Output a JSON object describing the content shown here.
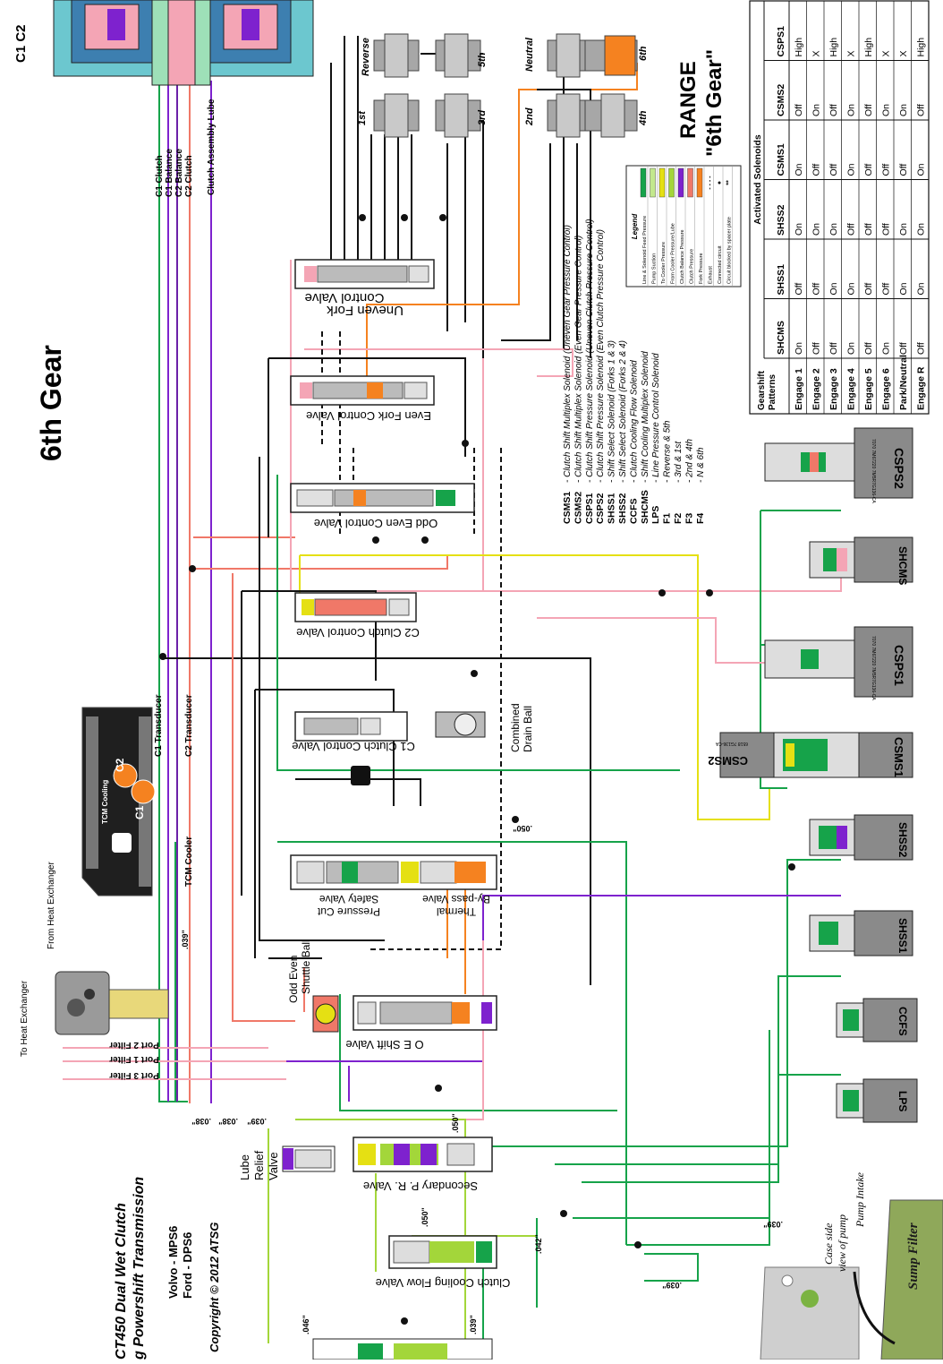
{
  "title": "6th Gear",
  "range_title": "RANGE",
  "range_subtitle": "\"6th Gear\"",
  "clutch_labels": {
    "c1": "C1",
    "c2": "C2",
    "c1c2": "C1  C2"
  },
  "line_labels": {
    "c1_clutch": "C1 Clutch",
    "c1_balance": "C1 Balance",
    "c2_balance": "C2 Balance",
    "c2_clutch": "C2 Clutch",
    "clutch_lube": "Clutch Assembly Lube",
    "c1_transducer": "C1 Transducer",
    "c2_transducer": "C2 Transducer",
    "tcm_cooler": "TCM Cooler",
    "tcm_cooling": "TCM Cooling",
    "to_heat_exchanger": "To Heat Exchanger",
    "from_heat_exchanger": "From Heat Exchanger",
    "port2": "Port 2 Filter",
    "port1": "Port 1 Filter",
    "port3": "Port 3 Filter"
  },
  "gears": [
    "Reverse",
    "5th",
    "1st",
    "3rd",
    "Neutral",
    "6th",
    "2nd",
    "4th"
  ],
  "valves": {
    "uneven_fork": [
      "Uneven Fork",
      "Control Valve"
    ],
    "even_fork": "Even Fork Control Valve",
    "odd_even": "Odd Even Control Valve",
    "c2_clutch": "C2 Clutch Control Valve",
    "c1_clutch": "C1 Clutch Control Valve",
    "drain_ball": [
      "Combined",
      "Drain Ball"
    ],
    "pressure_cut": [
      "Pressure Cut",
      "Safety Valve"
    ],
    "thermal": [
      "Thermal",
      "By-pass Valve"
    ],
    "odd_even_ball": [
      "Odd Even",
      "Shuttle Ball"
    ],
    "oe_shift": "O E Shift Valve",
    "secondary_pr": "Secondary P. R. Valve",
    "lube_relief": [
      "Lube",
      "Relief",
      "Valve"
    ],
    "clutch_cooling": "Clutch Cooling Flow Valve"
  },
  "orifices": {
    "o039a": ".039\"",
    "o039b": ".039\"",
    "o038a": ".038\"",
    "o038b": ".038\"",
    "o050a": ".050\"",
    "o050b": ".050\"",
    "o050c": ".050\"",
    "o042": ".042\"",
    "o046": ".046\"",
    "o039c": ".039\"",
    "o039d": ".039\"",
    "o039e": ".039\""
  },
  "solenoid_labels": {
    "csps2": "CSPS2",
    "shcms": "SHCMS",
    "csps1": "CSPS1",
    "csms1": "CSMS1",
    "csms2": "CSMS2",
    "shss2": "SHSS2",
    "shss1": "SHSS1",
    "ccfs": "CCFS",
    "lps": "LPS"
  },
  "solenoid_codes": {
    "csps2": "7070 7M67220 7M5R7G136-CA",
    "csps1": "7070 7M67220 7M5R7G136-CA",
    "csms2": "6518 7G136-CA"
  },
  "legend_list": [
    {
      "code": "CSMS1",
      "desc": "- Clutch Shift Multiplex Solenoid (Uneven Gear Pressure Control)"
    },
    {
      "code": "CSMS2",
      "desc": "- Clutch Shift Multiplex Solenoid (Even Gear Pressure Control)"
    },
    {
      "code": "CSPS1",
      "desc": "- Clutch Shift Pressure Solenoid (Uneven Clutch Pressure Control)"
    },
    {
      "code": "CSPS2",
      "desc": "- Clutch Shift Pressure Solenoid (Even Clutch Pressure Control)"
    },
    {
      "code": "SHSS1",
      "desc": "- Shift Select Solenoid (Forks 1 & 3)"
    },
    {
      "code": "SHSS2",
      "desc": "- Shift Select Solenoid (Forks 2 & 4)"
    },
    {
      "code": "CCFS",
      "desc": "- Clutch Cooling Flow Solenoid"
    },
    {
      "code": "SHCMS",
      "desc": "- Shift Cooling Multiplex Solenoid"
    },
    {
      "code": "LPS",
      "desc": "- Line Pressure Control Solenoid"
    },
    {
      "code": "F1",
      "desc": "- Reverse & 5th"
    },
    {
      "code": "F2",
      "desc": "- 3rd & 1st"
    },
    {
      "code": "F3",
      "desc": "- 2nd & 4th"
    },
    {
      "code": "F4",
      "desc": "- N & 6th"
    }
  ],
  "legend_box": {
    "title": "Legend",
    "items": [
      {
        "label": "Line & Solenoid Feed Pressure",
        "color": "#16a34a"
      },
      {
        "label": "Pump Suction",
        "color": "#c3e88d"
      },
      {
        "label": "To Cooler Pressure",
        "color": "#e5e013"
      },
      {
        "label": "From Cooler Pressure/Lube",
        "color": "#a3d63a"
      },
      {
        "label": "Clutch Balance Pressure",
        "color": "#7e22ce"
      },
      {
        "label": "Clutch Pressure",
        "color": "#f07868"
      },
      {
        "label": "Fork Pressure",
        "color": "#f58220"
      },
      {
        "label": "Exhaust",
        "color": "#ffffff"
      },
      {
        "label": "Connected circuit",
        "color": "#000000"
      },
      {
        "label": "Circuit blocked by spacer plate",
        "color": "#000000"
      }
    ],
    "symbols": [
      "- - - -",
      "●",
      "**"
    ]
  },
  "solenoid_table": {
    "group_header": "Activated Solenoids",
    "corner": [
      "Gearshift",
      "Patterns"
    ],
    "columns": [
      "SHCMS",
      "SHSS1",
      "SHSS2",
      "CSMS1",
      "CSMS2",
      "CSPS1"
    ],
    "rows": [
      {
        "name": "Engage 1",
        "cells": [
          "On",
          "Off",
          "On",
          "On",
          "Off",
          "High"
        ]
      },
      {
        "name": "Engage 2",
        "cells": [
          "Off",
          "Off",
          "On",
          "Off",
          "On",
          "X"
        ]
      },
      {
        "name": "Engage 3",
        "cells": [
          "Off",
          "On",
          "On",
          "Off",
          "Off",
          "High"
        ]
      },
      {
        "name": "Engage 4",
        "cells": [
          "On",
          "On",
          "Off",
          "On",
          "On",
          "X"
        ]
      },
      {
        "name": "Engage 5",
        "cells": [
          "Off",
          "Off",
          "Off",
          "Off",
          "Off",
          "High"
        ]
      },
      {
        "name": "Engage 6",
        "cells": [
          "On",
          "Off",
          "Off",
          "Off",
          "On",
          "X"
        ]
      },
      {
        "name": "Park/Neutral",
        "cells": [
          "Off",
          "On",
          "On",
          "Off",
          "On",
          "X"
        ]
      },
      {
        "name": "Engage R",
        "cells": [
          "Off",
          "On",
          "On",
          "On",
          "Off",
          "High"
        ]
      }
    ]
  },
  "bottom_left": {
    "line1": "CT450 Dual Wet Clutch",
    "line2": "g Powershift Transmission",
    "volvo": "Volvo - MPS6",
    "ford": "Ford - DPS6",
    "copyright": "Copyright © 2012 ATSG"
  },
  "pump": {
    "case_side": "Case side",
    "view_of_pump": "view of pump",
    "pump_intake": "Pump Intake",
    "sump_filter": "Sump Filter"
  },
  "colors": {
    "line": "#16a34a",
    "suction": "#c3e88d",
    "to_cooler": "#e5e013",
    "lube": "#a3d63a",
    "balance": "#7e22ce",
    "clutch": "#f07868",
    "fork": "#f58220",
    "pink": "#f4a5b5",
    "gray": "#9a9a9a",
    "black": "#111111"
  }
}
